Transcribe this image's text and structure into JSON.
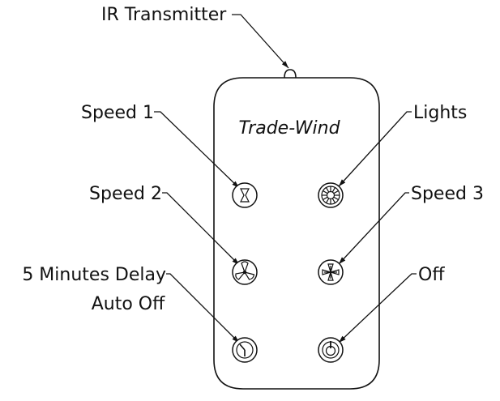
{
  "diagram": {
    "brand": "Trade-Wind",
    "labels": {
      "ir_transmitter": "IR Transmitter",
      "speed1": "Speed 1",
      "speed2": "Speed 2",
      "delay_line1": "5 Minutes Delay",
      "delay_line2": "Auto Off",
      "lights": "Lights",
      "speed3": "Speed 3",
      "off": "Off"
    },
    "buttons": [
      {
        "id": "speed1",
        "icon": "bowtie-icon"
      },
      {
        "id": "lights",
        "icon": "sunburst-icon"
      },
      {
        "id": "speed2",
        "icon": "three-blade-fan-icon"
      },
      {
        "id": "speed3",
        "icon": "four-blade-fan-icon"
      },
      {
        "id": "delay",
        "icon": "clock-icon"
      },
      {
        "id": "off",
        "icon": "power-icon"
      }
    ]
  }
}
